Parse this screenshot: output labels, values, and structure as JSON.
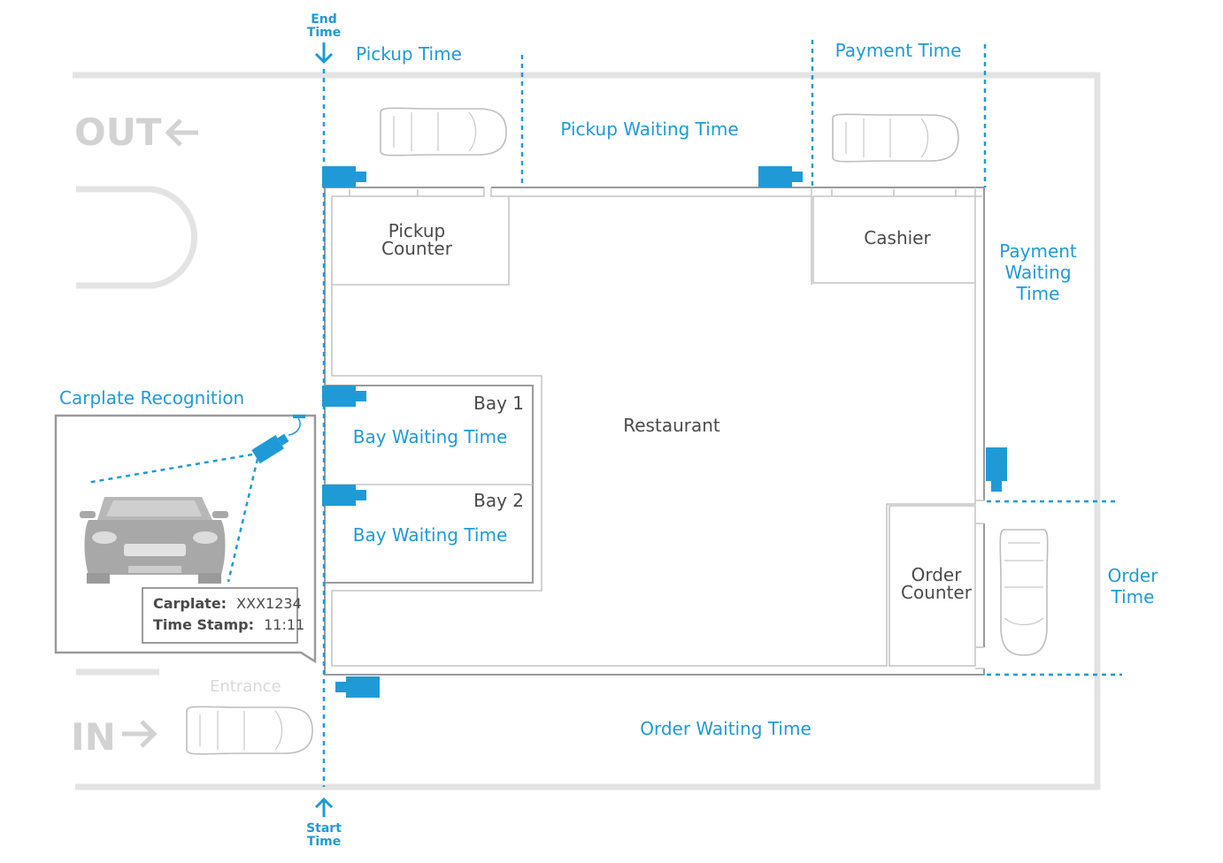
{
  "markers": {
    "end_time": [
      "End",
      "Time"
    ],
    "start_time": [
      "Start",
      "Time"
    ]
  },
  "zones": {
    "pickup_time": "Pickup Time",
    "pickup_waiting_time": "Pickup Waiting Time",
    "payment_time": "Payment Time",
    "payment_waiting_time": [
      "Payment",
      "Waiting",
      "Time"
    ],
    "order_time": [
      "Order",
      "Time"
    ],
    "order_waiting_time": "Order Waiting Time",
    "bay_waiting_time_1": "Bay Waiting Time",
    "bay_waiting_time_2": "Bay Waiting Time"
  },
  "rooms": {
    "pickup_counter": [
      "Pickup",
      "Counter"
    ],
    "cashier": "Cashier",
    "restaurant": "Restaurant",
    "order_counter": [
      "Order",
      "Counter"
    ],
    "bay1": "Bay 1",
    "bay2": "Bay 2"
  },
  "road": {
    "out": "OUT",
    "in": "IN",
    "entrance": "Entrance"
  },
  "carplate": {
    "title": "Carplate Recognition",
    "plate_label": "Carplate:",
    "plate_value": "XXX1234",
    "stamp_label": "Time Stamp:",
    "stamp_value": "11:11"
  },
  "colors": {
    "accent": "#1f9ad6",
    "wall": "#9a9a9a",
    "road": "#e3e3e3"
  }
}
